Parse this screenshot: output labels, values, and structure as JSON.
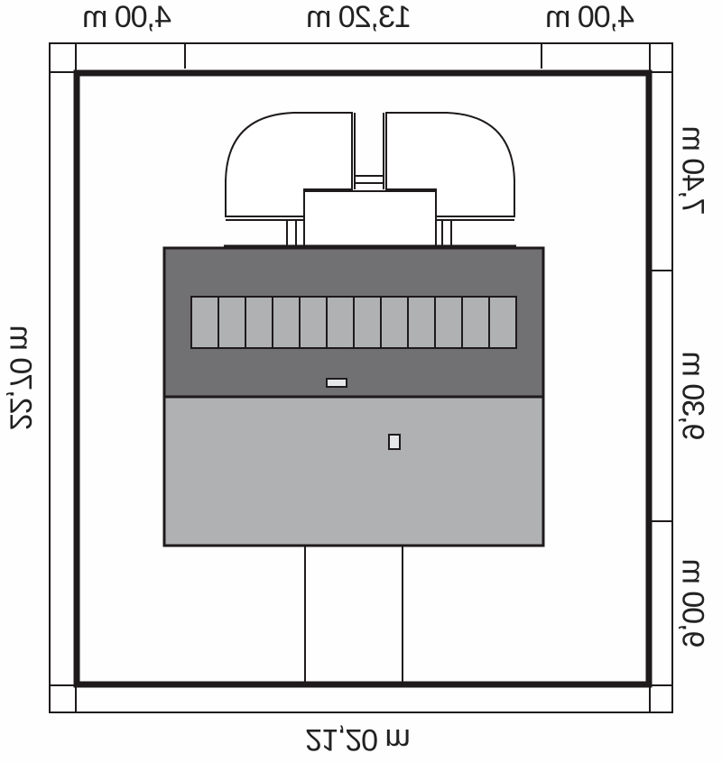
{
  "dimensions": {
    "top_left": "4,00 m",
    "top_center": "13,20 m",
    "top_right": "4,00 m",
    "right_top": "7,40 m",
    "right_middle": "9,30 m",
    "right_bottom": "9,00 m",
    "left": "22,70 m",
    "bottom": "21,20 m"
  },
  "colors": {
    "roof_dark": "#717073",
    "roof_light": "#b0b1b3",
    "window": "#b0b1b3",
    "line": "#1e1a1c"
  }
}
